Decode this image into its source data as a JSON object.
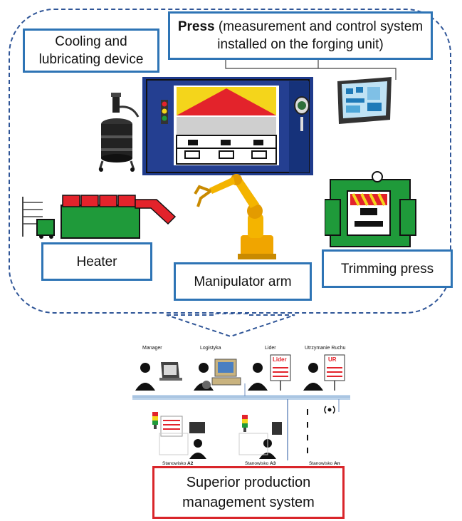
{
  "labels": {
    "cooling": "Cooling and lubricating device",
    "press_bold": "Press",
    "press_rest": " (measurement and control system installed on the forging unit)",
    "heater": "Heater",
    "manipulator": "Manipulator arm",
    "trimming": "Trimming press",
    "superior": "Superior production management system"
  },
  "network": {
    "roles": [
      "Manager",
      "Logistyka",
      "Lider",
      "Utrzymanie Ruchu"
    ],
    "lider_badge": "Lider",
    "ur_badge": "UR",
    "stations": [
      {
        "prefix": "Stanowisko ",
        "id": "A2"
      },
      {
        "prefix": "Stanowisko ",
        "id": "A3"
      },
      {
        "prefix": "Stanowisko ",
        "id": "An"
      }
    ]
  },
  "colors": {
    "blue_border": "#2e74b5",
    "red_border": "#d9252a",
    "dashed": "#2f5597",
    "green": "#1f9a3a",
    "red": "#e3232b",
    "yellow": "#f4d51b",
    "press_body": "#1f3b8c"
  },
  "icons": [
    "cooling-device-icon",
    "press-icon",
    "control-panel-icon",
    "heater-icon",
    "robot-arm-icon",
    "trimming-press-icon",
    "down-arrow-icon",
    "signal-icon"
  ]
}
